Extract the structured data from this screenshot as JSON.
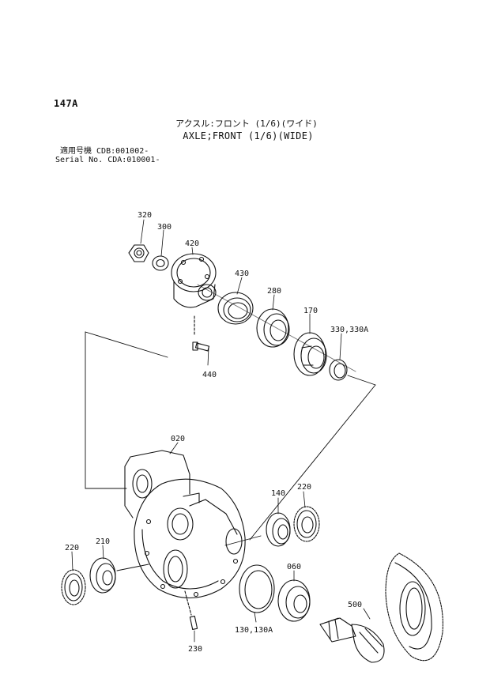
{
  "header": {
    "page_code": "147A",
    "title_jp": "アクスル:フロント (1/6)(ワイド)",
    "title_en": "AXLE;FRONT (1/6)(WIDE)"
  },
  "applicability": {
    "jp_label": "適用号機",
    "jp_code": "CDB:001002-",
    "en_label": "Serial No.",
    "en_code": "CDA:010001-"
  },
  "parts": {
    "p320": "320",
    "p300": "300",
    "p420": "420",
    "p430": "430",
    "p280": "280",
    "p170": "170",
    "p330": "330,330A",
    "p440": "440",
    "p020": "020",
    "p140": "140",
    "p220a": "220",
    "p220b": "220",
    "p210": "210",
    "p060": "060",
    "p500": "500",
    "p130": "130,130A",
    "p230": "230"
  }
}
